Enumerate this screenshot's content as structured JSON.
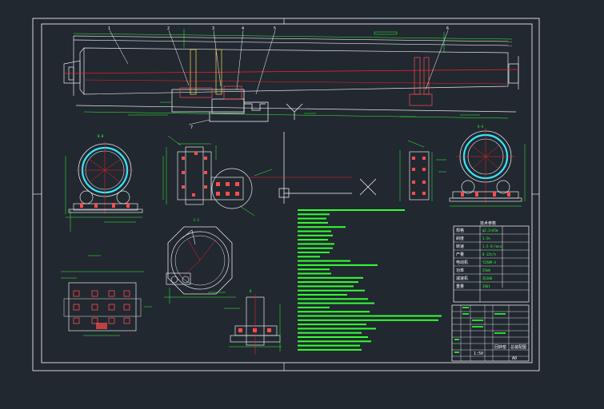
{
  "drawing": {
    "background": "#212830",
    "colors": {
      "frame": "#ffffff",
      "outline": "#e8e8e8",
      "center_line": "#ff2020",
      "dimension": "#33ff33",
      "part": "#ff4d4d",
      "tire": "#38e8ff",
      "yellow": "#ffd84d"
    },
    "views": {
      "end_left_label": "B-B",
      "end_right_label": "A-A",
      "middle_section_label": "C-C",
      "gear_detail_label": "D"
    },
    "callouts": [
      "1",
      "2",
      "3",
      "4",
      "5",
      "6",
      "7"
    ],
    "tech_table": {
      "title": "技术参数",
      "rows": [
        [
          "规格",
          "φ2.2×45m"
        ],
        [
          "斜度",
          "3.5%"
        ],
        [
          "转速",
          "1.5-5r/min"
        ],
        [
          "产量",
          "8-12t/h"
        ],
        [
          "电动机",
          "Y250M-4"
        ],
        [
          "功率",
          "55kW"
        ],
        [
          "减速机",
          "ZQ100"
        ],
        [
          "重量",
          "196t"
        ]
      ]
    },
    "title_block": {
      "name": "回转窑",
      "sub": "总装配图",
      "scale": "1:50",
      "sheet": "A0"
    }
  }
}
